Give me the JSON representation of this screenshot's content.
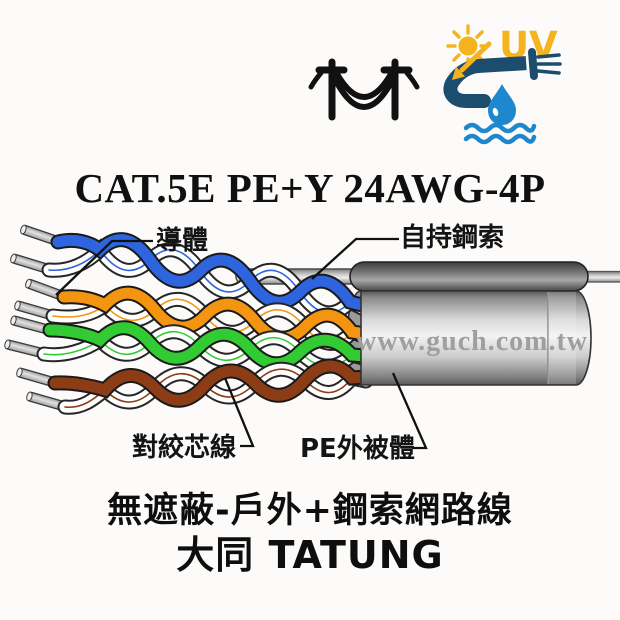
{
  "header": {
    "uv_text": "UV"
  },
  "title": "CAT.5E PE+Y 24AWG-4P",
  "diagram": {
    "labels": {
      "conductor": "導體",
      "messenger_wire": "自持鋼索",
      "twisted_core": "對絞芯線",
      "pe_jacket": "PE外被體"
    },
    "watermark": "www.guch.com.tw",
    "wire_colors": {
      "blue": "#2e64dd",
      "orange": "#f39511",
      "green": "#33cb33",
      "brown": "#8d3d15"
    },
    "icon_colors": {
      "uv_yellow": "#f5b31d",
      "water_blue": "#1f87cd",
      "cable_navy": "#1d4d6e"
    }
  },
  "footer": {
    "line1": "無遮蔽-戶外+鋼索網路線",
    "line2": "大同 TATUNG"
  }
}
